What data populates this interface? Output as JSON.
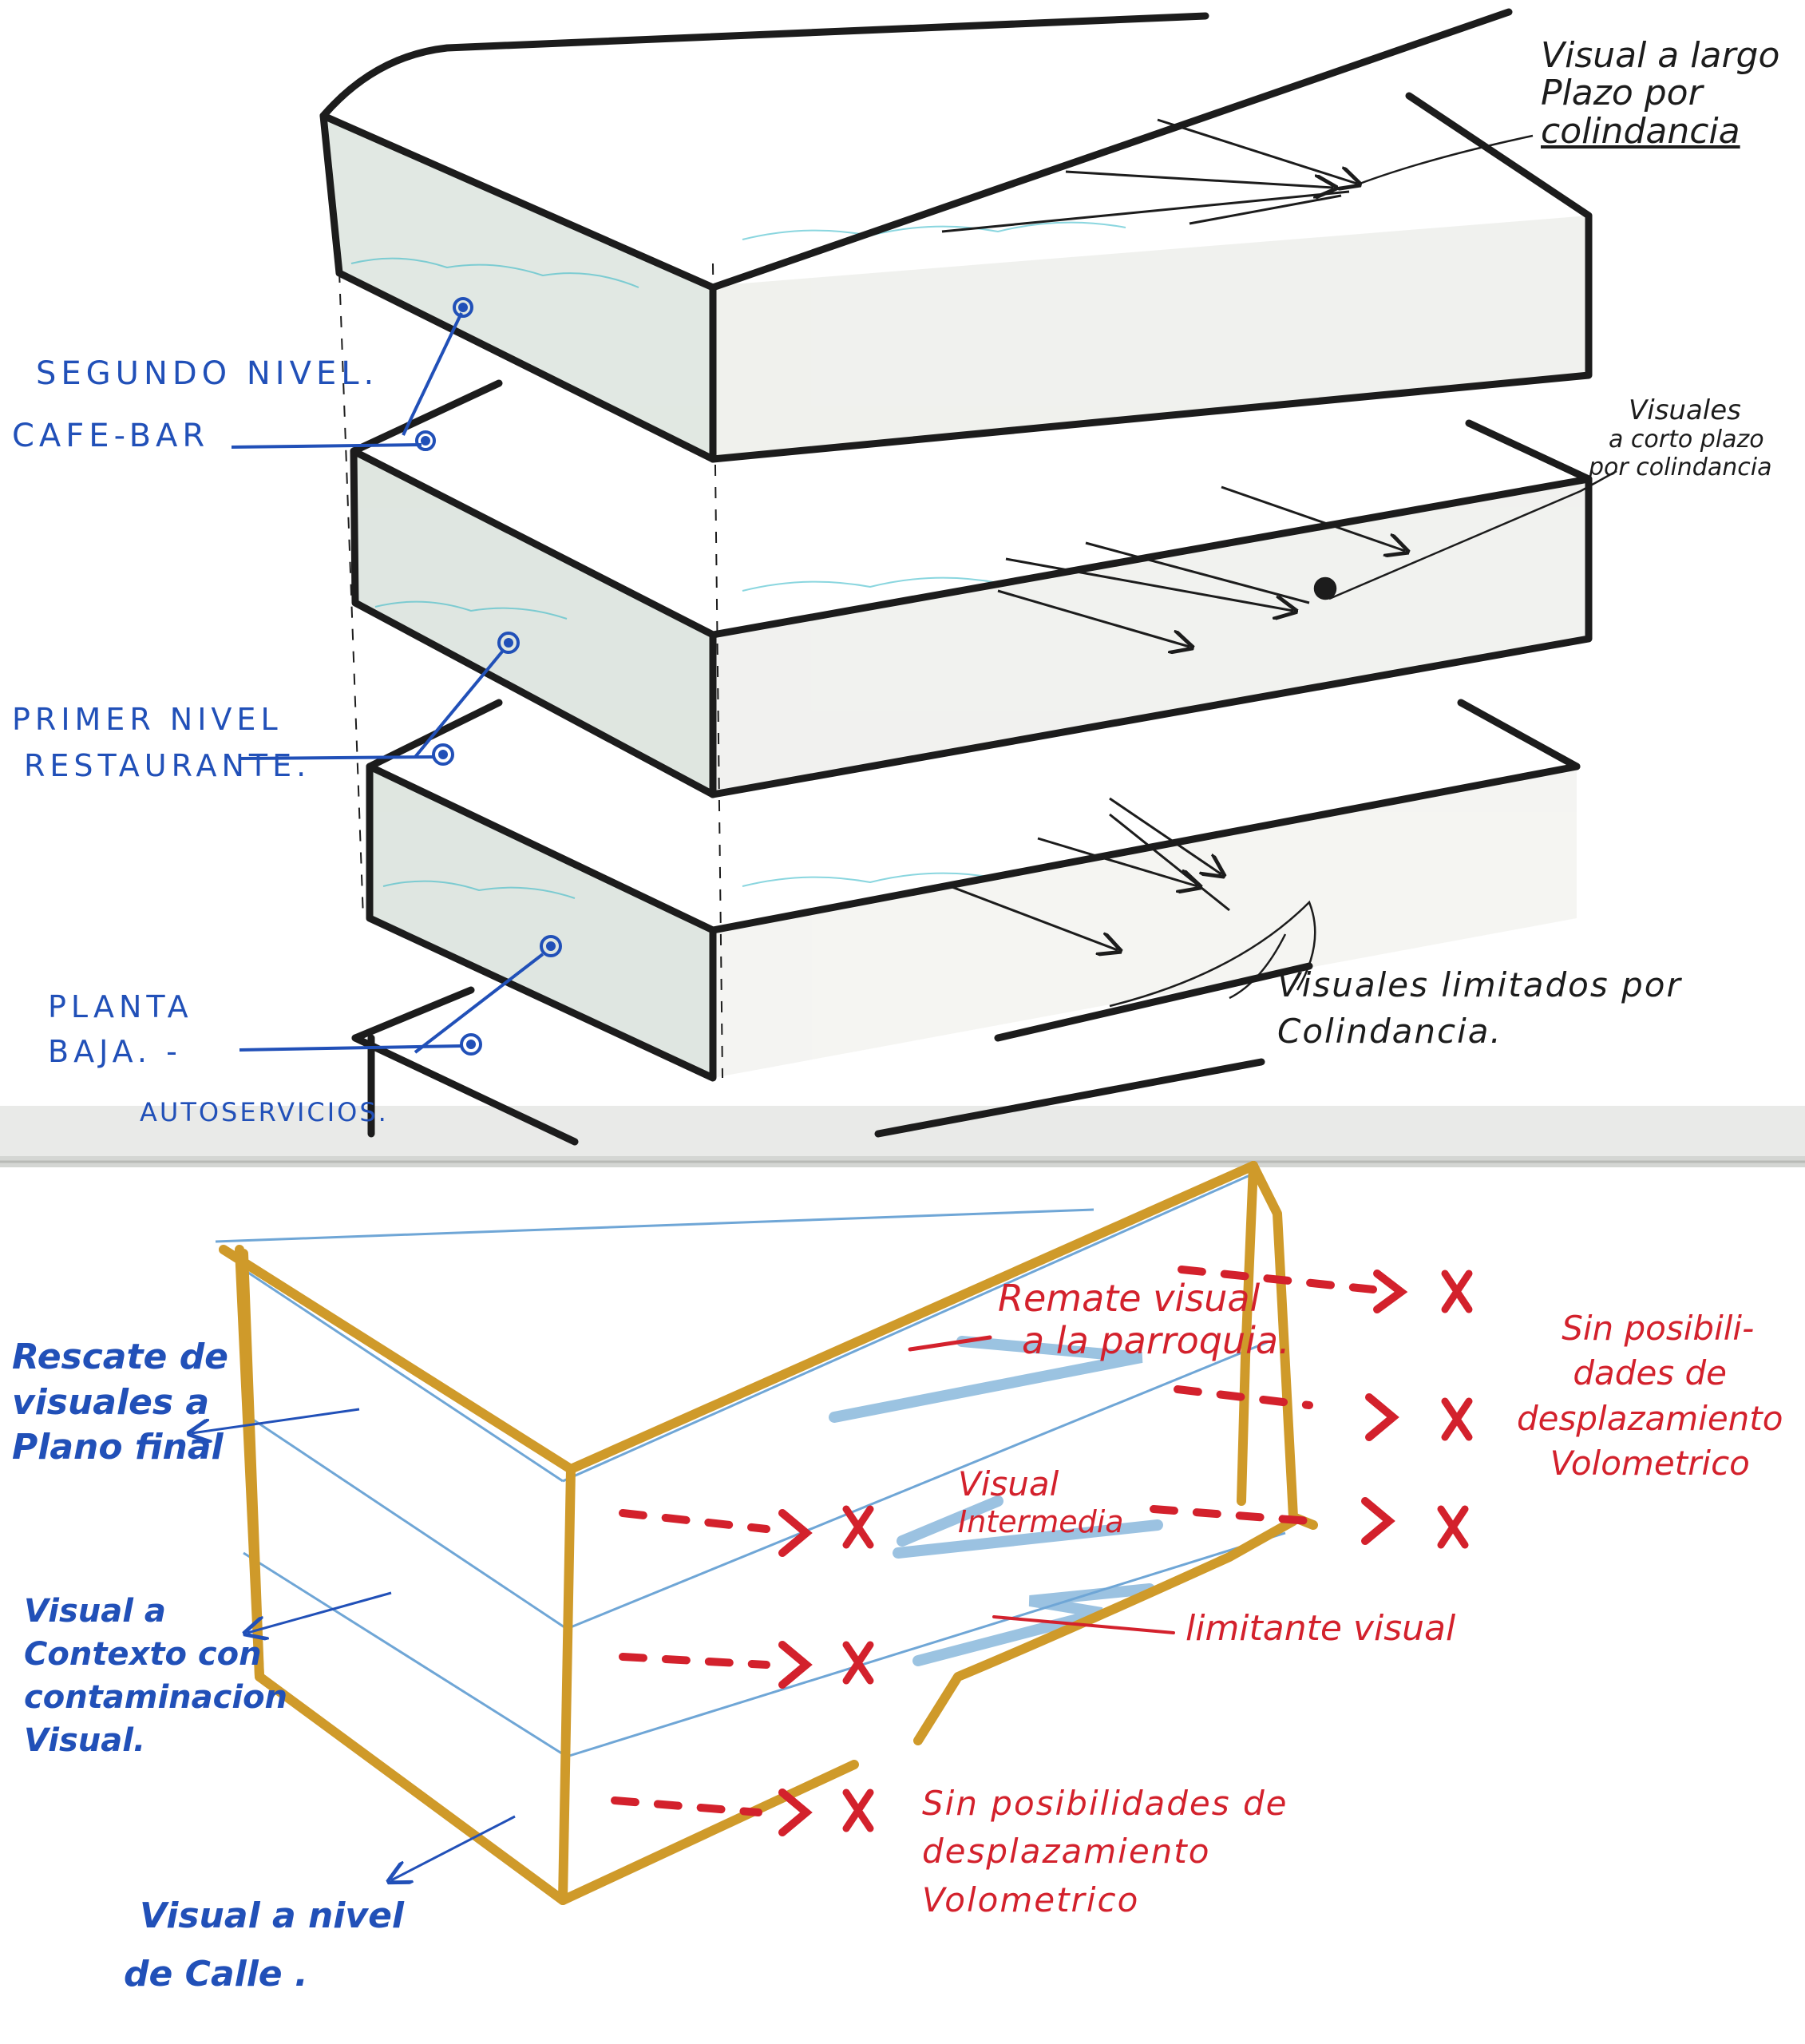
{
  "colors": {
    "ink_black": "#1c1c1c",
    "ink_blue": "#2150b8",
    "ink_red": "#d3212c",
    "marker_orange": "#cf9a2a",
    "marker_lightblue": "#8ab8dc",
    "marker_teal": "#2ab5c5",
    "paper": "#ffffff",
    "shadow_grey": "#c9cdc8"
  },
  "top_sketch": {
    "labels": {
      "level2_line1": "SEGUNDO NIVEL.",
      "level2_line2": "CAFE-BAR",
      "level1_line1": "PRIMER NIVEL",
      "level1_line2": "RESTAURANTE.",
      "ground_line1": "PLANTA",
      "ground_line2": "BAJA. -",
      "ground_line3": "AUTOSERVICIOS.",
      "long_view_line1": "Visual a largo",
      "long_view_line2": "Plazo por",
      "long_view_line3": "colindancia",
      "short_view_line1": "Visuales",
      "short_view_line2": "a corto plazo",
      "short_view_line3": "por colindancia",
      "limited_line1": "Visuales limitados por",
      "limited_line2": "Colindancia."
    }
  },
  "bottom_sketch": {
    "labels": {
      "rescate_line1": "Rescate de",
      "rescate_line2": "visuales a",
      "rescate_line3": "Plano final",
      "contexto_line1": "Visual a",
      "contexto_line2": "Contexto con",
      "contexto_line3": "contaminacion",
      "contexto_line4": "Visual.",
      "calle_line1": "Visual a nivel",
      "calle_line2": "de Calle .",
      "remate_line1": "Remate visual",
      "remate_line2": "a la parroquia.",
      "intermedia_line1": "Visual",
      "intermedia_line2": "Intermedia",
      "limitante": "limitante visual",
      "sin_right_line1": "Sin posibili-",
      "sin_right_line2": "dades de",
      "sin_right_line3": "desplazamiento",
      "sin_right_line4": "Volometrico",
      "sin_low_line1": "Sin posibilidades de",
      "sin_low_line2": "desplazamiento",
      "sin_low_line3": "Volometrico"
    }
  }
}
